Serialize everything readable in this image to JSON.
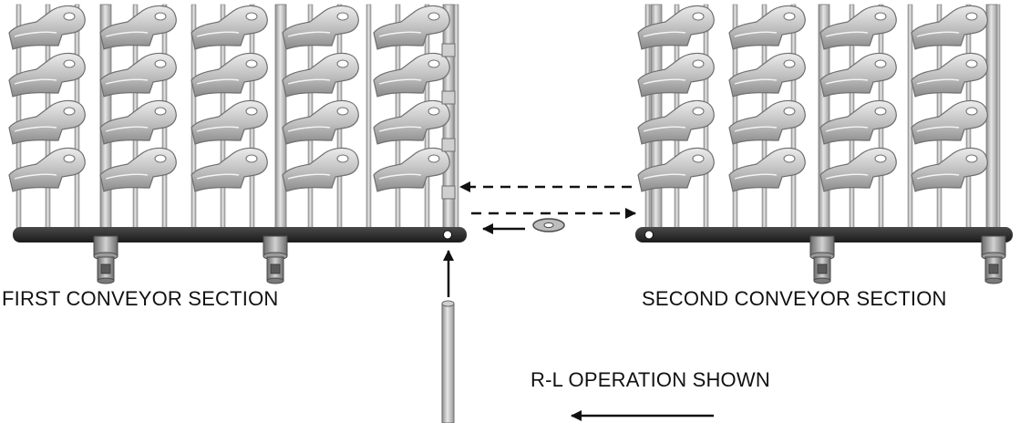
{
  "labels": {
    "first_section": "FIRST CONVEYOR SECTION",
    "second_section": "SECOND CONVEYOR SECTION",
    "operation": "R-L OPERATION SHOWN"
  },
  "colors": {
    "link_light": "#d9d9d9",
    "link_mid": "#a8a8a8",
    "link_dark": "#6e6e6e",
    "bar": "#2b2b2b",
    "arrow": "#111111"
  }
}
